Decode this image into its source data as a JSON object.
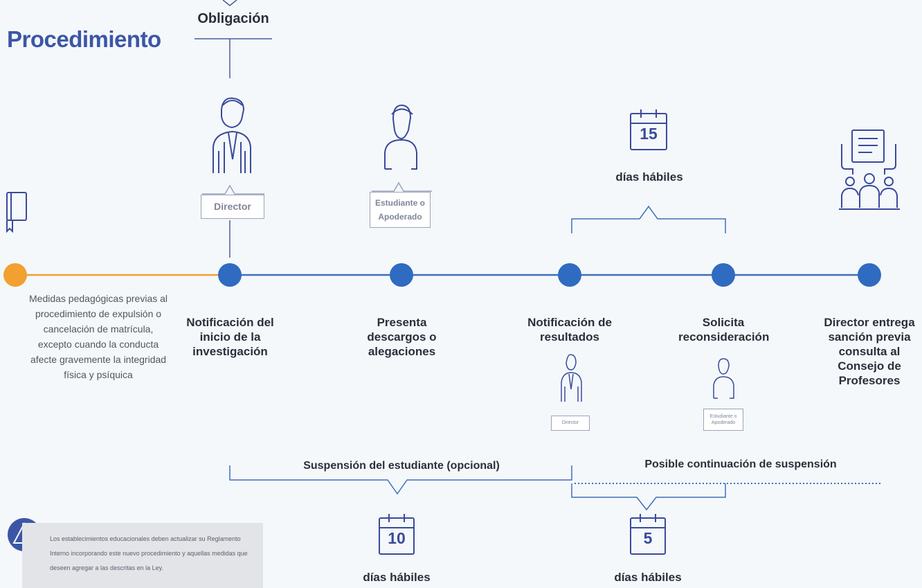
{
  "title": "Procedimiento",
  "obligation_label": "Obligación",
  "nodes": [
    {
      "label": "",
      "description": "Medidas pedagógicas previas al procedimiento de expulsión o cancelación de matrícula, excepto cuando la conducta afecte gravemente la integridad física y psíquica"
    },
    {
      "label": "Notificación del inicio de la investigación",
      "actor": "Director"
    },
    {
      "label": "Presenta descargos o alegaciones",
      "actor": "Estudiante o Apoderado"
    },
    {
      "label": "Notificación de resultados",
      "actor": "Director"
    },
    {
      "label": "Solicita reconsideración",
      "actor": "Estudiante o Apoderado"
    },
    {
      "label": "Director entrega sanción previa consulta al Consejo de Profesores"
    }
  ],
  "durations": {
    "fifteen": {
      "number": "15",
      "unit": "días hábiles"
    },
    "ten": {
      "number": "10",
      "unit": "días hábiles"
    },
    "five": {
      "number": "5",
      "unit": "días hábiles"
    }
  },
  "braces": {
    "suspension": "Suspensión del estudiante (opcional)",
    "continuation": "Posible continuación de suspensión"
  },
  "notice": "Los establecimientos educacionales deben actualizar su Reglamento Interno incorporando este nuevo procedimiento y aquellas medidas que deseen agregar a las descritas en la Ley.",
  "colors": {
    "accent_blue": "#2f6bc0",
    "orange": "#f2a02f",
    "title_blue": "#3c56a6",
    "icon_blue": "#3a4a9a"
  }
}
